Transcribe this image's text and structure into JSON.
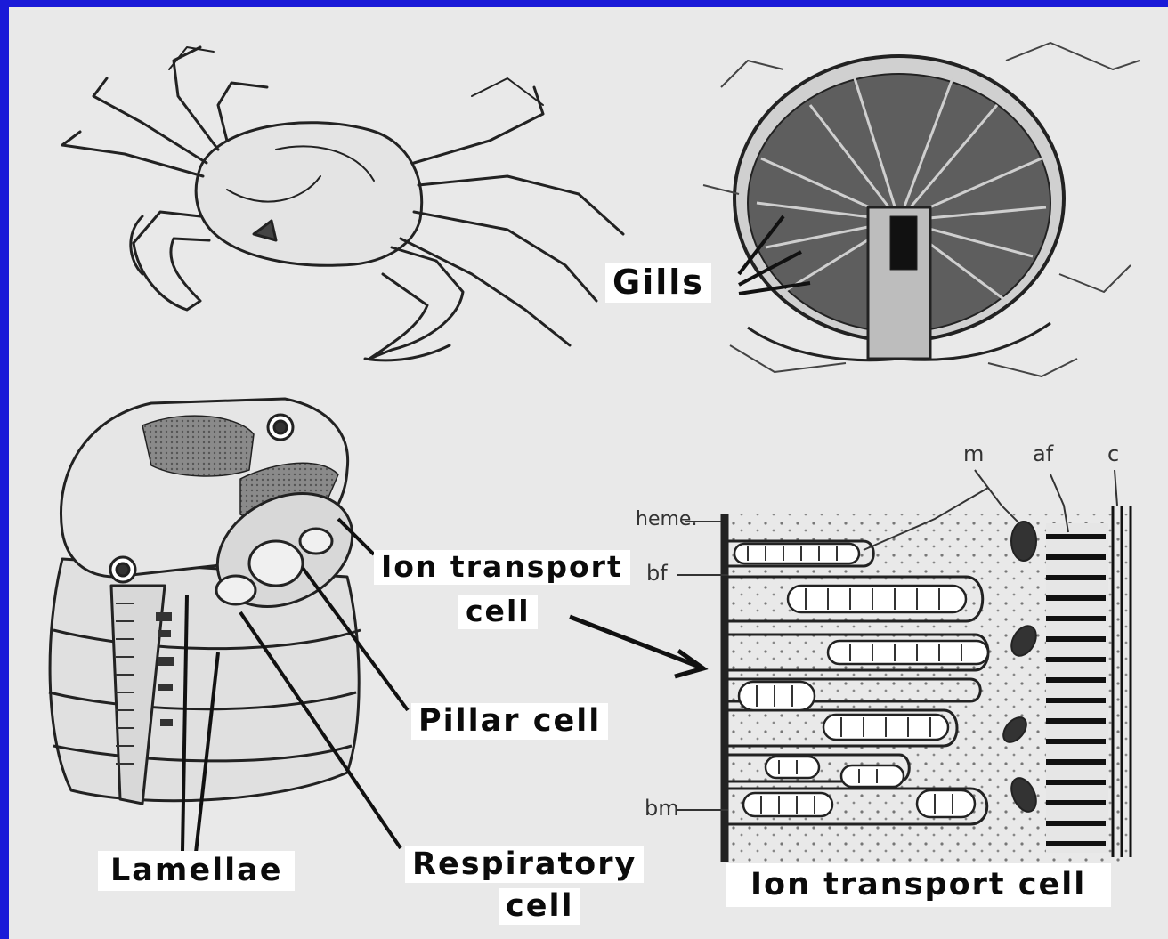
{
  "labels": {
    "gills": "Gills",
    "ion_transport_cell_left_line1": "Ion transport",
    "ion_transport_cell_left_line2": "cell",
    "pillar_cell": "Pillar cell",
    "respiratory_cell_line1": "Respiratory",
    "respiratory_cell_line2": "cell",
    "lamellae": "Lamellae",
    "ion_transport_cell_bottom": "Ion transport cell"
  },
  "small_labels": {
    "m": "m",
    "af": "af",
    "c": "c",
    "heme": "heme.",
    "bf": "bf",
    "bm": "bm"
  },
  "colors": {
    "background": "#1a1ad8",
    "panel": "#e9e9e9",
    "ink": "#111111",
    "label_box": "#ffffff"
  }
}
